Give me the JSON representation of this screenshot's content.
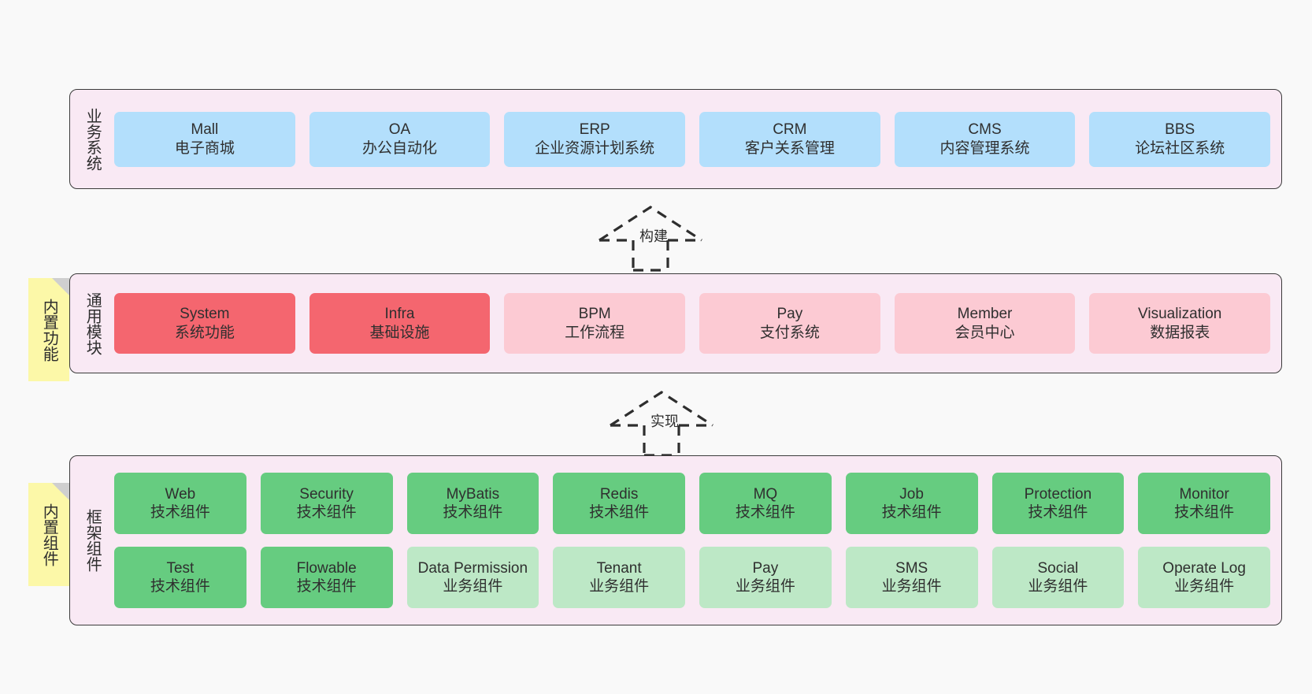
{
  "diagram": {
    "background_color": "#f9f9f9",
    "layer_fill": "#f9e9f4",
    "layer_border": "#3b3b3b",
    "note_color": "#fcf8a8"
  },
  "layers": [
    {
      "id": "business-systems",
      "title": "业务系统",
      "note": null,
      "rows": [
        {
          "items": [
            {
              "name": "Mall",
              "desc": "电子商城",
              "color": "#b3dffc",
              "style": "c-blue"
            },
            {
              "name": "OA",
              "desc": "办公自动化",
              "color": "#b3dffc",
              "style": "c-blue"
            },
            {
              "name": "ERP",
              "desc": "企业资源计划系统",
              "color": "#b3dffc",
              "style": "c-blue"
            },
            {
              "name": "CRM",
              "desc": "客户关系管理",
              "color": "#b3dffc",
              "style": "c-blue"
            },
            {
              "name": "CMS",
              "desc": "内容管理系统",
              "color": "#b3dffc",
              "style": "c-blue"
            },
            {
              "name": "BBS",
              "desc": "论坛社区系统",
              "color": "#b3dffc",
              "style": "c-blue"
            }
          ]
        }
      ]
    },
    {
      "id": "common-modules",
      "title": "通用模块",
      "note": "内置功能",
      "rows": [
        {
          "items": [
            {
              "name": "System",
              "desc": "系统功能",
              "color": "#f4666f",
              "style": "c-red"
            },
            {
              "name": "Infra",
              "desc": "基础设施",
              "color": "#f4666f",
              "style": "c-red"
            },
            {
              "name": "BPM",
              "desc": "工作流程",
              "color": "#fccad3",
              "style": "c-pink"
            },
            {
              "name": "Pay",
              "desc": "支付系统",
              "color": "#fccad3",
              "style": "c-pink"
            },
            {
              "name": "Member",
              "desc": "会员中心",
              "color": "#fccad3",
              "style": "c-pink"
            },
            {
              "name": "Visualization",
              "desc": "数据报表",
              "color": "#fccad3",
              "style": "c-pink"
            }
          ]
        }
      ]
    },
    {
      "id": "framework-components",
      "title": "框架组件",
      "note": "内置组件",
      "rows": [
        {
          "items": [
            {
              "name": "Web",
              "desc": "技术组件",
              "color": "#66cc80",
              "style": "c-green"
            },
            {
              "name": "Security",
              "desc": "技术组件",
              "color": "#66cc80",
              "style": "c-green"
            },
            {
              "name": "MyBatis",
              "desc": "技术组件",
              "color": "#66cc80",
              "style": "c-green"
            },
            {
              "name": "Redis",
              "desc": "技术组件",
              "color": "#66cc80",
              "style": "c-green"
            },
            {
              "name": "MQ",
              "desc": "技术组件",
              "color": "#66cc80",
              "style": "c-green"
            },
            {
              "name": "Job",
              "desc": "技术组件",
              "color": "#66cc80",
              "style": "c-green"
            },
            {
              "name": "Protection",
              "desc": "技术组件",
              "color": "#66cc80",
              "style": "c-green"
            },
            {
              "name": "Monitor",
              "desc": "技术组件",
              "color": "#66cc80",
              "style": "c-green"
            }
          ]
        },
        {
          "items": [
            {
              "name": "Test",
              "desc": "技术组件",
              "color": "#66cc80",
              "style": "c-green"
            },
            {
              "name": "Flowable",
              "desc": "技术组件",
              "color": "#66cc80",
              "style": "c-green"
            },
            {
              "name": "Data Permission",
              "desc": "业务组件",
              "color": "#bde8c6",
              "style": "c-green-light"
            },
            {
              "name": "Tenant",
              "desc": "业务组件",
              "color": "#bde8c6",
              "style": "c-green-light"
            },
            {
              "name": "Pay",
              "desc": "业务组件",
              "color": "#bde8c6",
              "style": "c-green-light"
            },
            {
              "name": "SMS",
              "desc": "业务组件",
              "color": "#bde8c6",
              "style": "c-green-light"
            },
            {
              "name": "Social",
              "desc": "业务组件",
              "color": "#bde8c6",
              "style": "c-green-light"
            },
            {
              "name": "Operate Log",
              "desc": "业务组件",
              "color": "#bde8c6",
              "style": "c-green-light"
            }
          ]
        }
      ]
    }
  ],
  "connectors": [
    {
      "id": "build",
      "label": "构建",
      "from": "common-modules",
      "to": "business-systems"
    },
    {
      "id": "implement",
      "label": "实现",
      "from": "framework-components",
      "to": "common-modules"
    }
  ]
}
